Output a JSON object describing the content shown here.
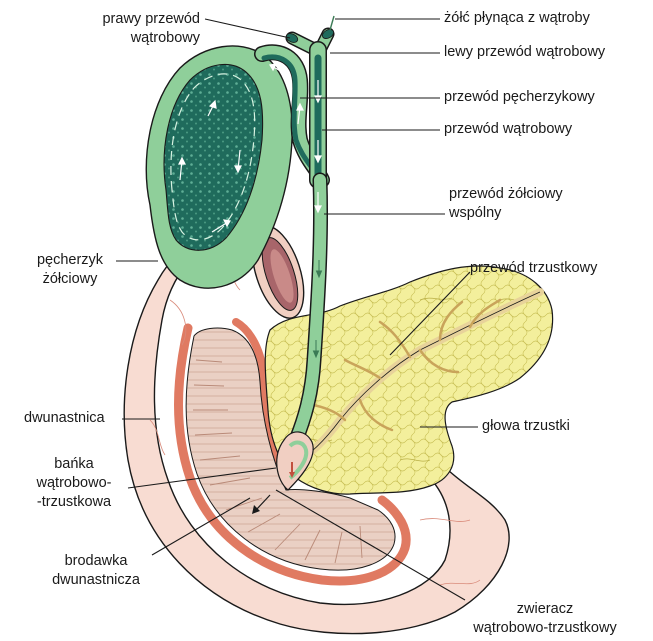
{
  "labels": {
    "right_hepatic_duct": [
      "prawy przewód",
      "wątrobowy"
    ],
    "bile_from_liver": "żółć płynąca z wątroby",
    "left_hepatic_duct": "lewy przewód wątrobowy",
    "cystic_duct": "przewód pęcherzykowy",
    "hepatic_duct": "przewód wątrobowy",
    "common_bile_duct": [
      "przewód żółciowy",
      "wspólny"
    ],
    "gallbladder": [
      "pęcherzyk",
      "żółciowy"
    ],
    "pancreatic_duct": "przewód trzustkowy",
    "duodenum": "dwunastnica",
    "pancreas_head": "głowa trzustki",
    "ampulla": [
      "bańka",
      "wątrobowo-",
      "-trzustkowa"
    ],
    "papilla": [
      "brodawka",
      "dwunastnicza"
    ],
    "sphincter": [
      "zwieracz",
      "wątrobowo-trzustkowy"
    ]
  },
  "colors": {
    "outline": "#1a1a1a",
    "gallbladder": "#8fcf9a",
    "bile_dark": "#1f6b5c",
    "duodenum_skin": "#f8dcd2",
    "duodenum_muscle": "#e07a62",
    "mucosa": "#ead0c4",
    "pancreas": "#f3ef9c"
  }
}
